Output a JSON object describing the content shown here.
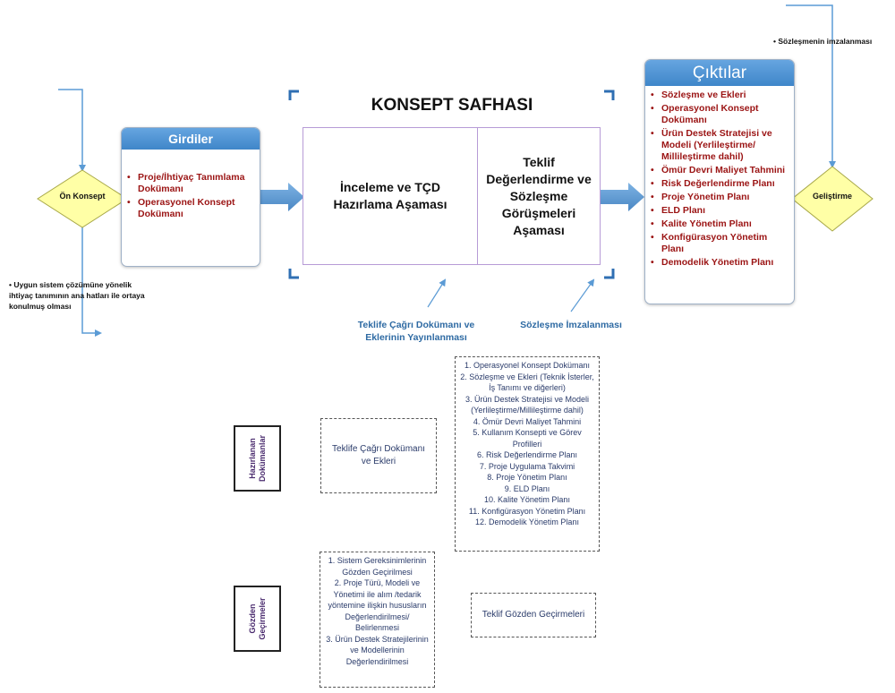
{
  "concept_title": "KONSEPT SAFHASI",
  "start_node": "Ön Konsept",
  "end_node": "Geliştirme",
  "left_note": "Uygun sistem çözümüne yönelik ihtiyaç tanımının ana hatları ile ortaya konulmuş olması",
  "right_note": "Sözleşmenin imzalanması",
  "inputs": {
    "title": "Girdiler",
    "items": [
      "Proje/İhtiyaç Tanımlama Dokümanı",
      "Operasyonel Konsept Dokümanı"
    ]
  },
  "phases": [
    "İnceleme ve TÇD Hazırlama Aşaması",
    "Teklif Değerlendirme ve Sözleşme Görüşmeleri Aşaması"
  ],
  "milestones": [
    "Teklife Çağrı Dokümanı ve Eklerinin Yayınlanması",
    "Sözleşme İmzalanması"
  ],
  "outputs": {
    "title": "Çıktılar",
    "items": [
      "Sözleşme ve Ekleri",
      "Operasyonel Konsept Dokümanı",
      "Ürün Destek Stratejisi ve Modeli (Yerlileştirme/ Millileştirme dahil)",
      "Ömür Devri Maliyet Tahmini",
      "Risk Değerlendirme Planı",
      "Proje Yönetim Planı",
      "ELD Planı",
      "Kalite Yönetim Planı",
      "Konfigürasyon Yönetim Planı",
      "Demodelik Yönetim Planı"
    ]
  },
  "prepared_docs": {
    "label": "Hazırlanan Dokümanlar",
    "box1": "Teklife Çağrı Dokümanı ve Ekleri",
    "box2_lines": [
      "1. Operasyonel Konsept Dokümanı",
      "2. Sözleşme ve Ekleri (Teknik İsterler,",
      "İş Tanımı ve diğerleri)",
      "3. Ürün Destek Stratejisi ve Modeli (Yerlileştirme/Millileştirme dahil)",
      "4. Ömür Devri Maliyet Tahmini",
      "5. Kullanım Konsepti ve Görev Profilleri",
      "6. Risk Değerlendirme Planı",
      "7. Proje Uygulama Takvimi",
      "8. Proje Yönetim Planı",
      "9. ELD Planı",
      "10. Kalite Yönetim Planı",
      "11. Konfigürasyon Yönetim Planı",
      "12. Demodelik Yönetim Planı"
    ]
  },
  "reviews": {
    "label": "Gözden Geçirmeler",
    "box1_lines": [
      "1. Sistem Gereksinimlerinin Gözden Geçirilmesi",
      "2. Proje Türü, Modeli ve Yönetimi ile alım /tedarik yöntemine ilişkin hususların Değerlendirilmesi/ Belirlenmesi",
      "3. Ürün Destek Stratejilerinin ve Modellerinin Değerlendirilmesi"
    ],
    "box2": "Teklif Gözden Geçirmeleri"
  },
  "colors": {
    "accent_blue": "#5b9bd5",
    "panel_header": "#3f86c9",
    "diamond_fill": "#ffffa6",
    "diamond_stroke": "#a8a849",
    "bracket_blue": "#2f6fb3",
    "output_red": "#9b1414",
    "phase_border": "#b79bd6"
  }
}
